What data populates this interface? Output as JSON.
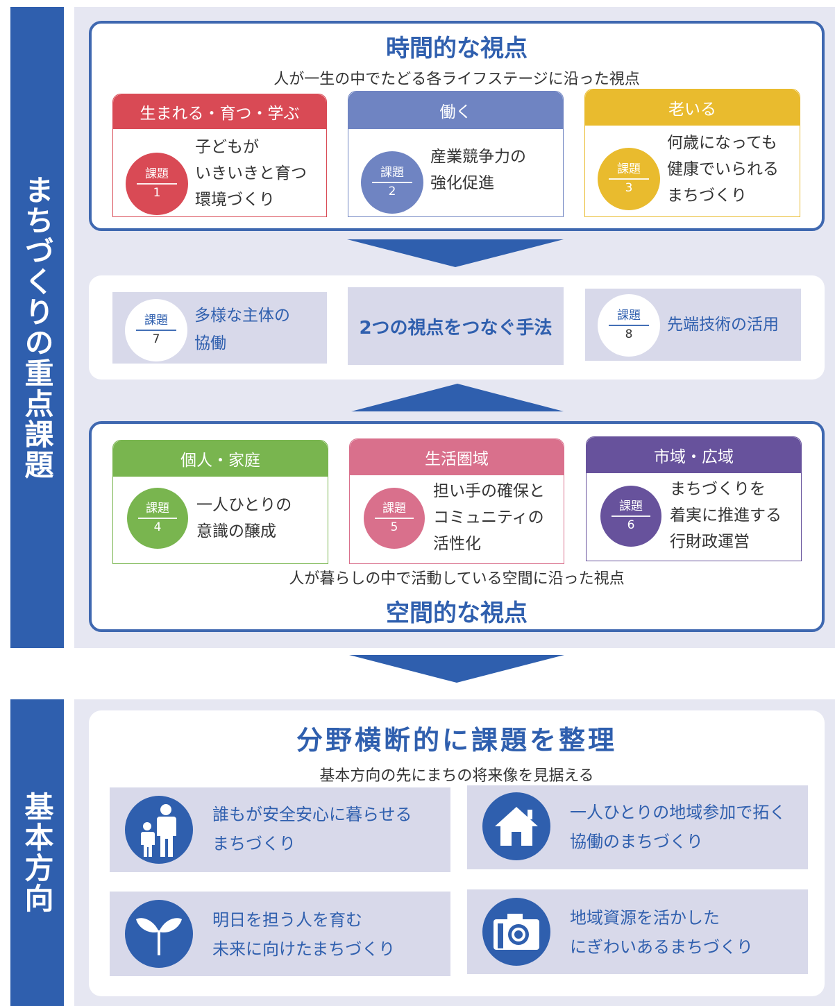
{
  "sidebar": {
    "top_label": "まちづくりの重点課題",
    "bottom_label": "基本方向"
  },
  "temporal": {
    "title": "時間的な視点",
    "subtitle": "人が一生の中でたどる各ライフステージに沿った視点",
    "cards": [
      {
        "header": "生まれる・育つ・学ぶ",
        "badge_label": "課題",
        "badge_number": "1",
        "lines": [
          "子どもが",
          "いきいきと育つ",
          "環境づくり"
        ],
        "color": "#d94a55"
      },
      {
        "header": "働く",
        "badge_label": "課題",
        "badge_number": "2",
        "lines": [
          "産業競争力の",
          "強化促進"
        ],
        "color": "#6f84c2"
      },
      {
        "header": "老いる",
        "badge_label": "課題",
        "badge_number": "3",
        "lines": [
          "何歳になっても",
          "健康でいられる",
          "まちづくり"
        ],
        "color": "#e9bb2e"
      }
    ]
  },
  "connect": {
    "title": "2つの視点をつなぐ手法",
    "left": {
      "badge_label": "課題",
      "badge_number": "7",
      "lines": [
        "多様な主体の",
        "協働"
      ]
    },
    "right": {
      "badge_label": "課題",
      "badge_number": "8",
      "lines": [
        "先端技術の活用"
      ]
    }
  },
  "spatial": {
    "title": "空間的な視点",
    "subtitle": "人が暮らしの中で活動している空間に沿った視点",
    "cards": [
      {
        "header": "個人・家庭",
        "badge_label": "課題",
        "badge_number": "4",
        "lines": [
          "一人ひとりの",
          "意識の醸成"
        ],
        "color": "#79b54f"
      },
      {
        "header": "生活圏域",
        "badge_label": "課題",
        "badge_number": "5",
        "lines": [
          "担い手の確保と",
          "コミュニティの",
          "活性化"
        ],
        "color": "#d9708c"
      },
      {
        "header": "市域・広域",
        "badge_label": "課題",
        "badge_number": "6",
        "lines": [
          "まちづくりを",
          "着実に推進する",
          "行財政運営"
        ],
        "color": "#67529c"
      }
    ]
  },
  "directions": {
    "title": "分野横断的に課題を整理",
    "subtitle": "基本方向の先にまちの将来像を見据える",
    "items": [
      {
        "icon": "family-icon",
        "lines": [
          "誰もが安全安心に暮らせる",
          "まちづくり"
        ]
      },
      {
        "icon": "house-icon",
        "lines": [
          "一人ひとりの地域参加で拓く",
          "協働のまちづくり"
        ]
      },
      {
        "icon": "sprout-icon",
        "lines": [
          "明日を担う人を育む",
          "未来に向けたまちづくり"
        ]
      },
      {
        "icon": "camera-icon",
        "lines": [
          "地域資源を活かした",
          "にぎわいあるまちづくり"
        ]
      }
    ]
  },
  "colors": {
    "accent": "#2f5fae",
    "panel": "#e6e7f2",
    "card_gray": "#d8d9ea"
  }
}
